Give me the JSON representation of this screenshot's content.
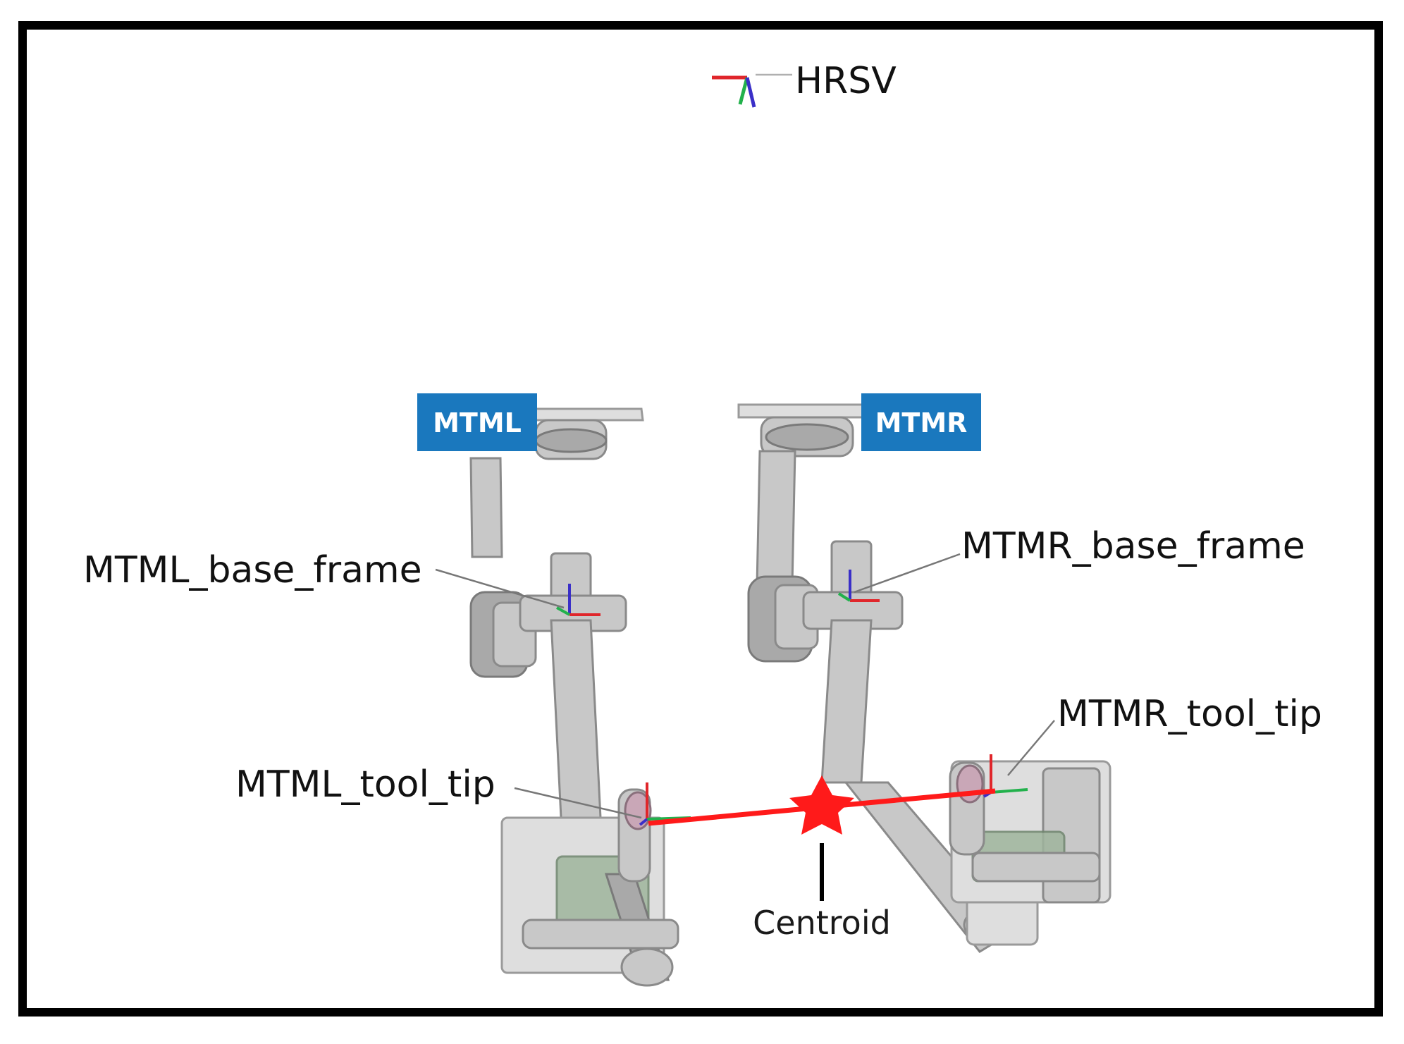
{
  "diagram": {
    "frame_label": "HRSV",
    "badges": {
      "left": "MTML",
      "right": "MTMR"
    },
    "labels": {
      "mtml_base_frame": "MTML_base_frame",
      "mtmr_base_frame": "MTMR_base_frame",
      "mtml_tool_tip": "MTML_tool_tip",
      "mtmr_tool_tip": "MTMR_tool_tip",
      "centroid": "Centroid"
    },
    "colors": {
      "badge_blue": "#1a78be",
      "centroid_red": "#ff1a1a",
      "axis_x": "#e0262b",
      "axis_y": "#22b14c",
      "axis_z": "#3a2fc8",
      "frame_border": "#000000"
    }
  }
}
